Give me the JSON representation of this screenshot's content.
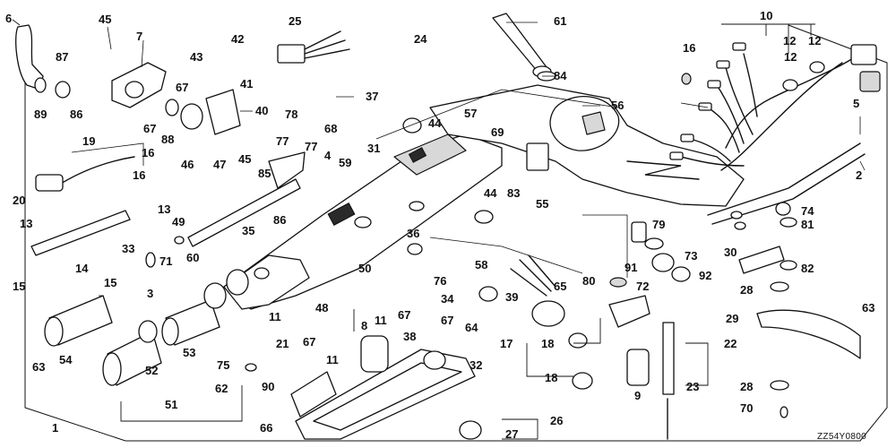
{
  "diagram_code": "ZZ54Y0800",
  "callouts": [
    {
      "id": "c6",
      "label": "6"
    },
    {
      "id": "c45a",
      "label": "45"
    },
    {
      "id": "c25",
      "label": "25"
    },
    {
      "id": "c61",
      "label": "61"
    },
    {
      "id": "c10",
      "label": "10"
    },
    {
      "id": "c7",
      "label": "7"
    },
    {
      "id": "c87",
      "label": "87"
    },
    {
      "id": "c43",
      "label": "43"
    },
    {
      "id": "c42",
      "label": "42"
    },
    {
      "id": "c24",
      "label": "24"
    },
    {
      "id": "c16a",
      "label": "16"
    },
    {
      "id": "c12a",
      "label": "12"
    },
    {
      "id": "c12b",
      "label": "12"
    },
    {
      "id": "c12c",
      "label": "12"
    },
    {
      "id": "c84",
      "label": "84"
    },
    {
      "id": "c41",
      "label": "41"
    },
    {
      "id": "c67a",
      "label": "67"
    },
    {
      "id": "c37",
      "label": "37"
    },
    {
      "id": "c89",
      "label": "89"
    },
    {
      "id": "c56",
      "label": "56"
    },
    {
      "id": "c40",
      "label": "40"
    },
    {
      "id": "c86a",
      "label": "86"
    },
    {
      "id": "c78",
      "label": "78"
    },
    {
      "id": "c44a",
      "label": "44"
    },
    {
      "id": "c57",
      "label": "57"
    },
    {
      "id": "c5",
      "label": "5"
    },
    {
      "id": "c67b",
      "label": "67"
    },
    {
      "id": "c88",
      "label": "88"
    },
    {
      "id": "c68",
      "label": "68"
    },
    {
      "id": "c69",
      "label": "69"
    },
    {
      "id": "c46",
      "label": "46"
    },
    {
      "id": "c19",
      "label": "19"
    },
    {
      "id": "c47",
      "label": "47"
    },
    {
      "id": "c45b",
      "label": "45"
    },
    {
      "id": "c77a",
      "label": "77"
    },
    {
      "id": "c77b",
      "label": "77"
    },
    {
      "id": "c31",
      "label": "31"
    },
    {
      "id": "c16b",
      "label": "16"
    },
    {
      "id": "c4",
      "label": "4"
    },
    {
      "id": "c85",
      "label": "85"
    },
    {
      "id": "c59",
      "label": "59"
    },
    {
      "id": "c2",
      "label": "2"
    },
    {
      "id": "c16c",
      "label": "16"
    },
    {
      "id": "c20",
      "label": "20"
    },
    {
      "id": "c44b",
      "label": "44"
    },
    {
      "id": "c83",
      "label": "83"
    },
    {
      "id": "c55",
      "label": "55"
    },
    {
      "id": "c13a",
      "label": "13"
    },
    {
      "id": "c49",
      "label": "49"
    },
    {
      "id": "c86b",
      "label": "86"
    },
    {
      "id": "c74",
      "label": "74"
    },
    {
      "id": "c13b",
      "label": "13"
    },
    {
      "id": "c35",
      "label": "35"
    },
    {
      "id": "c79",
      "label": "79"
    },
    {
      "id": "c81",
      "label": "81"
    },
    {
      "id": "c33",
      "label": "33"
    },
    {
      "id": "c36",
      "label": "36"
    },
    {
      "id": "c30",
      "label": "30"
    },
    {
      "id": "c60",
      "label": "60"
    },
    {
      "id": "c73",
      "label": "73"
    },
    {
      "id": "c14",
      "label": "14"
    },
    {
      "id": "c71",
      "label": "71"
    },
    {
      "id": "c58",
      "label": "58"
    },
    {
      "id": "c91",
      "label": "91"
    },
    {
      "id": "c82",
      "label": "82"
    },
    {
      "id": "c50",
      "label": "50"
    },
    {
      "id": "c15a",
      "label": "15"
    },
    {
      "id": "c15b",
      "label": "15"
    },
    {
      "id": "c76",
      "label": "76"
    },
    {
      "id": "c80",
      "label": "80"
    },
    {
      "id": "c92",
      "label": "92"
    },
    {
      "id": "c3",
      "label": "3"
    },
    {
      "id": "c48",
      "label": "48"
    },
    {
      "id": "c34",
      "label": "34"
    },
    {
      "id": "c65",
      "label": "65"
    },
    {
      "id": "c72",
      "label": "72"
    },
    {
      "id": "c28a",
      "label": "28"
    },
    {
      "id": "c11a",
      "label": "11"
    },
    {
      "id": "c11b",
      "label": "11"
    },
    {
      "id": "c39",
      "label": "39"
    },
    {
      "id": "c63a",
      "label": "63"
    },
    {
      "id": "c64",
      "label": "64"
    },
    {
      "id": "c67c",
      "label": "67"
    },
    {
      "id": "c67d",
      "label": "67"
    },
    {
      "id": "c29",
      "label": "29"
    },
    {
      "id": "c8",
      "label": "8"
    },
    {
      "id": "c21",
      "label": "21"
    },
    {
      "id": "c63b",
      "label": "63"
    },
    {
      "id": "c54",
      "label": "54"
    },
    {
      "id": "c67e",
      "label": "67"
    },
    {
      "id": "c38",
      "label": "38"
    },
    {
      "id": "c17",
      "label": "17"
    },
    {
      "id": "c18a",
      "label": "18"
    },
    {
      "id": "c22",
      "label": "22"
    },
    {
      "id": "c52",
      "label": "52"
    },
    {
      "id": "c53",
      "label": "53"
    },
    {
      "id": "c11c",
      "label": "11"
    },
    {
      "id": "c32",
      "label": "32"
    },
    {
      "id": "c75",
      "label": "75"
    },
    {
      "id": "c18b",
      "label": "18"
    },
    {
      "id": "c9",
      "label": "9"
    },
    {
      "id": "c23",
      "label": "23"
    },
    {
      "id": "c28b",
      "label": "28"
    },
    {
      "id": "c62",
      "label": "62"
    },
    {
      "id": "c90",
      "label": "90"
    },
    {
      "id": "c51",
      "label": "51"
    },
    {
      "id": "c26",
      "label": "26"
    },
    {
      "id": "c70",
      "label": "70"
    },
    {
      "id": "c1",
      "label": "1"
    },
    {
      "id": "c66",
      "label": "66"
    },
    {
      "id": "c27",
      "label": "27"
    }
  ]
}
